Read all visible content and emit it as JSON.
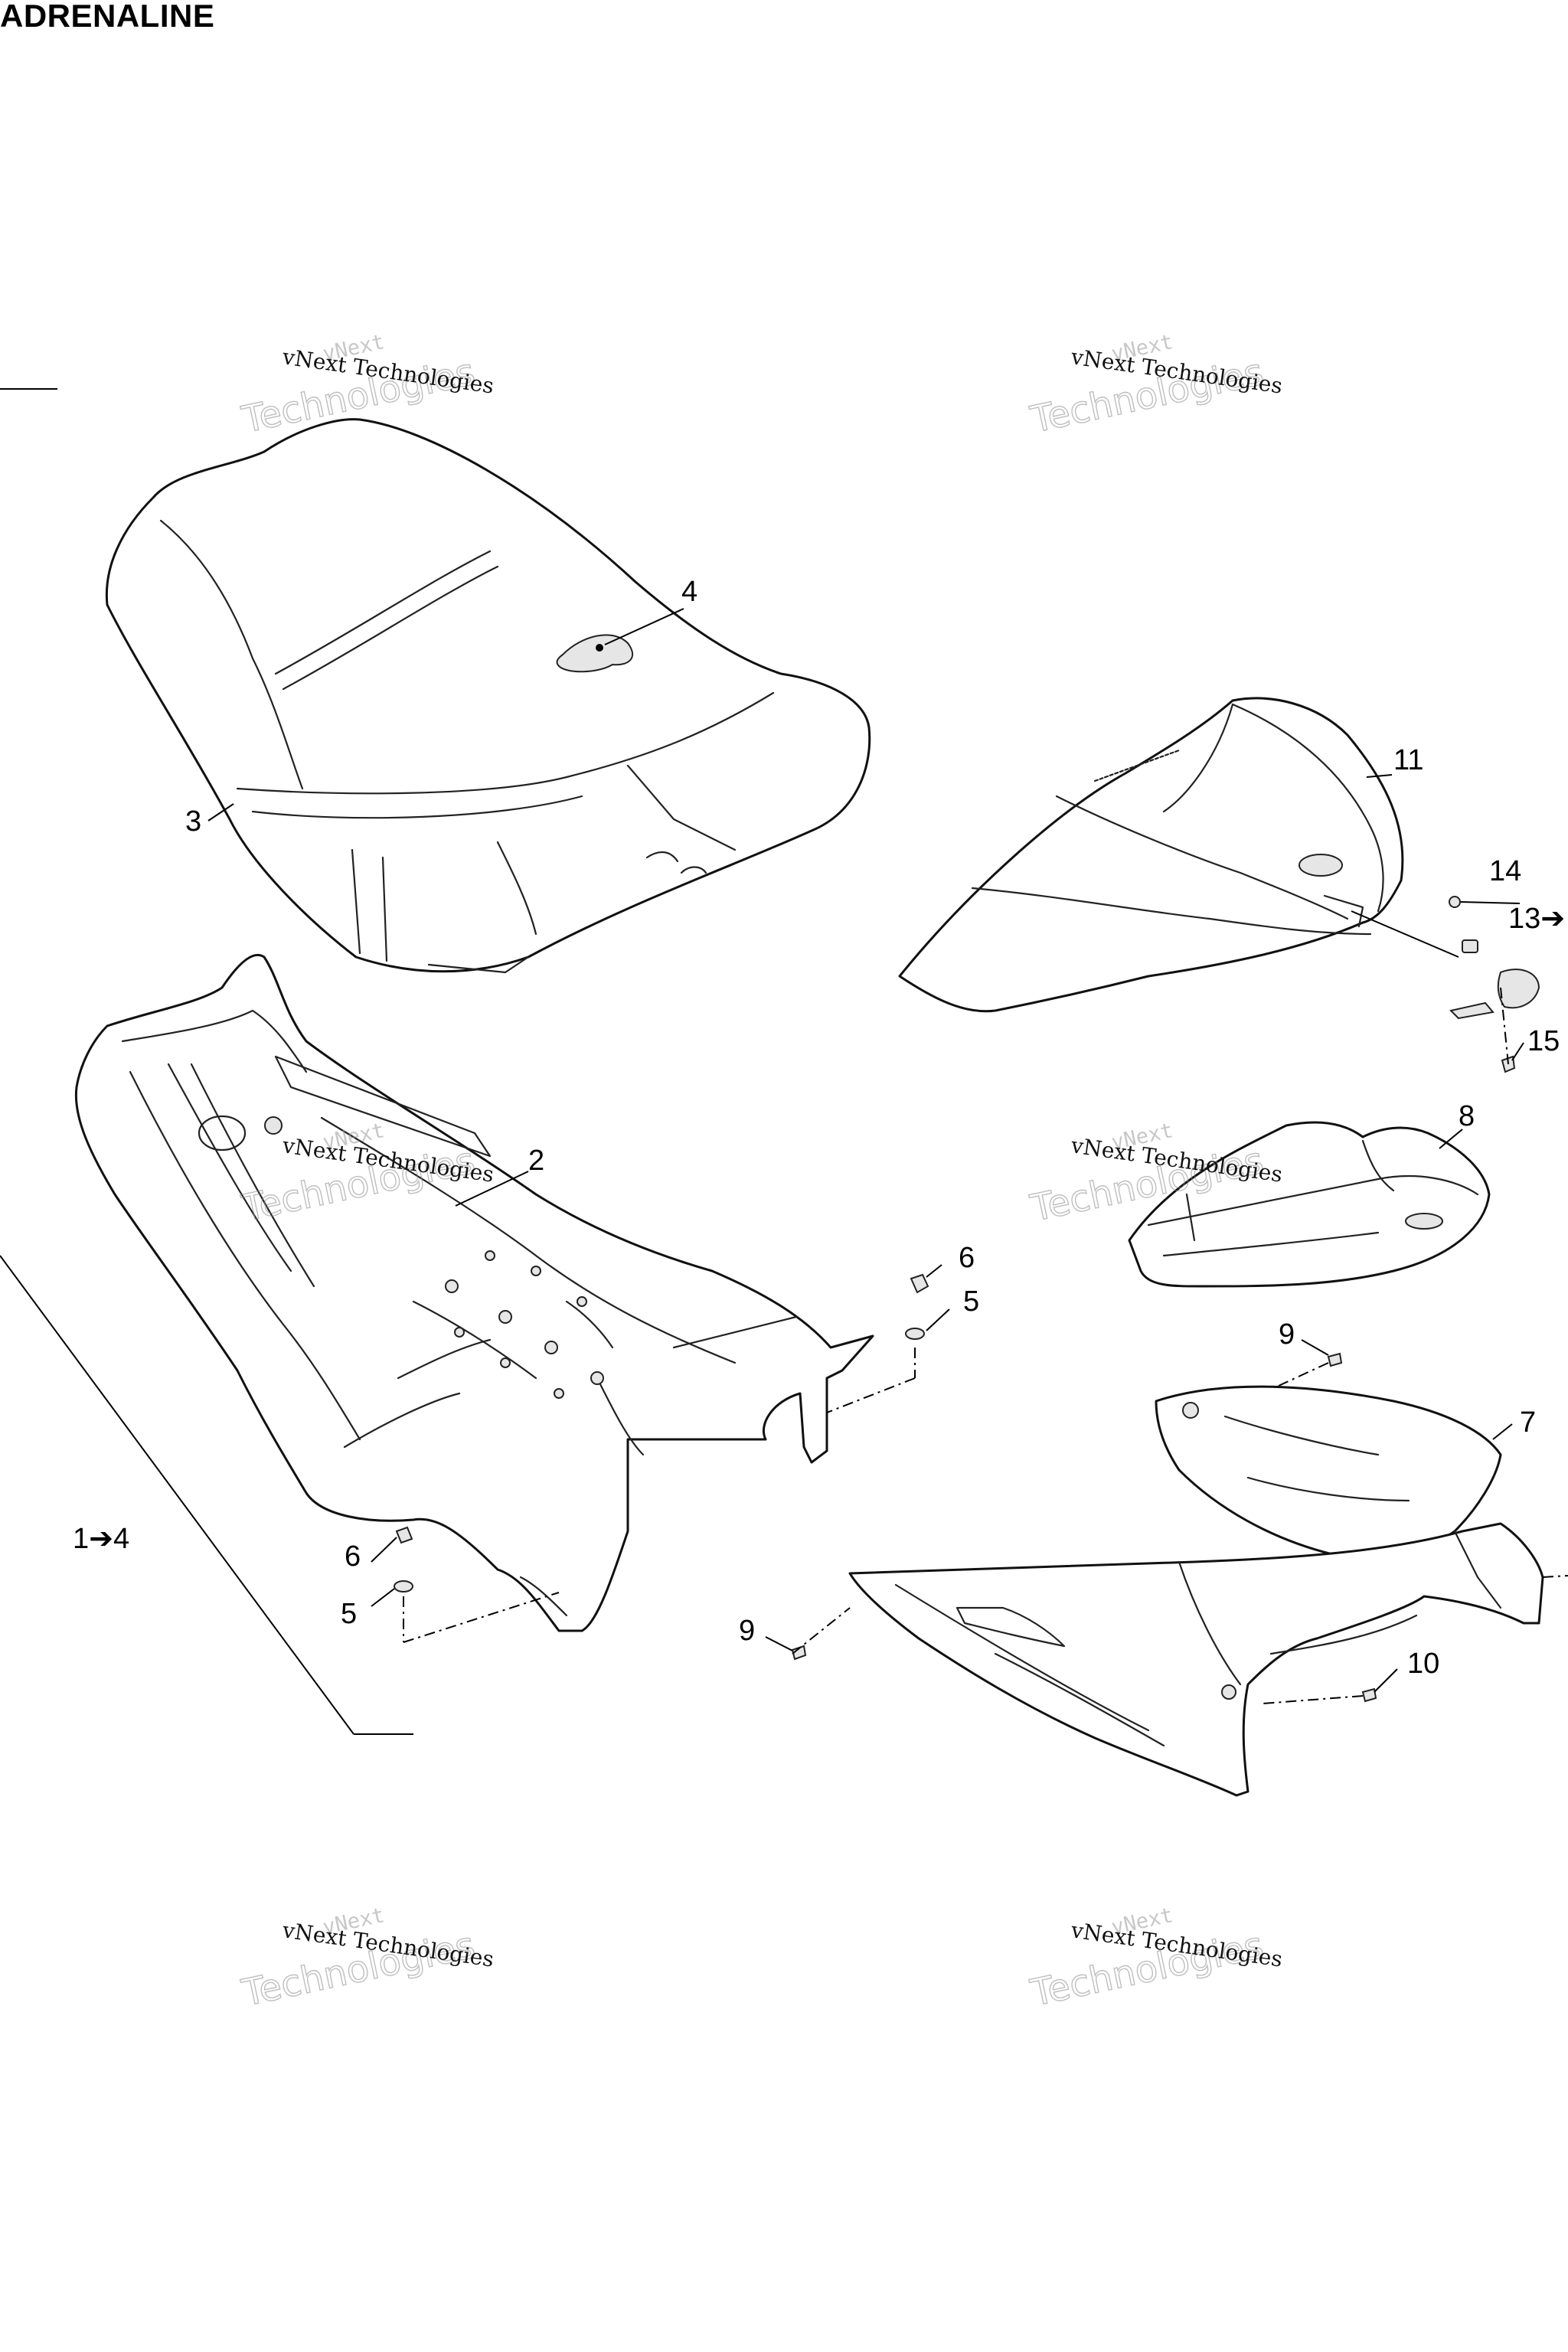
{
  "title": "ADRENALINE",
  "callouts": {
    "c1": "1➔4",
    "c2": "2",
    "c3": "3",
    "c4": "4",
    "c5a": "5",
    "c5b": "5",
    "c6a": "6",
    "c6b": "6",
    "c7": "7",
    "c8": "8",
    "c9a": "9",
    "c9b": "9",
    "c10": "10",
    "c11": "11",
    "c13": "13➔",
    "c14": "14",
    "c15": "15"
  },
  "watermark": {
    "line1": "vNext",
    "line2": "Technologies",
    "small": "vNext Technologies"
  }
}
